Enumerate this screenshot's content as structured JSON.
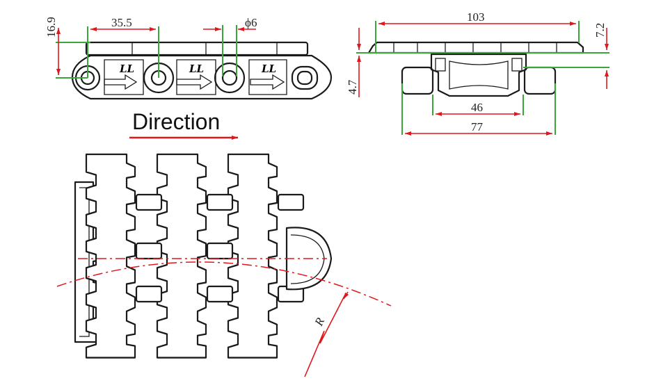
{
  "labels": {
    "dim_16_9": "16.9",
    "dim_35_5": "35.5",
    "dim_phi6": "ϕ6",
    "dim_103": "103",
    "dim_7_2": "7.2",
    "dim_4_7": "4.7",
    "dim_46": "46",
    "dim_77": "77",
    "direction": "Direction",
    "radius": "R",
    "logo": "LL"
  },
  "colors": {
    "dimension_line": "#e0171c",
    "extension_line": "#3aa53a",
    "outline": "#1a1a1a"
  }
}
